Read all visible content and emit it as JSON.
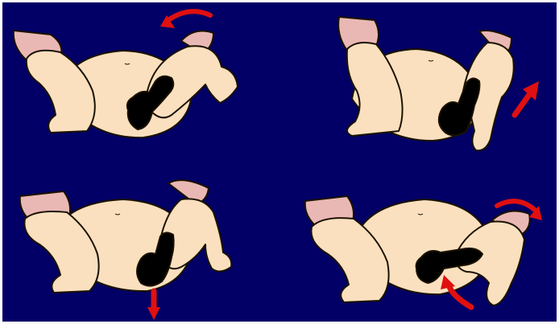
{
  "colors": {
    "background": "#020066",
    "frame": "#ffffff",
    "skin": "#fbe0bf",
    "thigh_shade": "#eab8b4",
    "outline": "#1a1200",
    "fetus": "#000000",
    "arrow": "#e01010"
  },
  "panels": [
    {
      "id": "step-1",
      "arrow": "curved-arrow-left-icon"
    },
    {
      "id": "step-2",
      "arrow": "arrow-up-right-icon"
    },
    {
      "id": "step-3",
      "arrow": "arrow-down-icon"
    },
    {
      "id": "step-4",
      "arrow": "curved-arrow-right-and-up-arrow-icon"
    }
  ]
}
